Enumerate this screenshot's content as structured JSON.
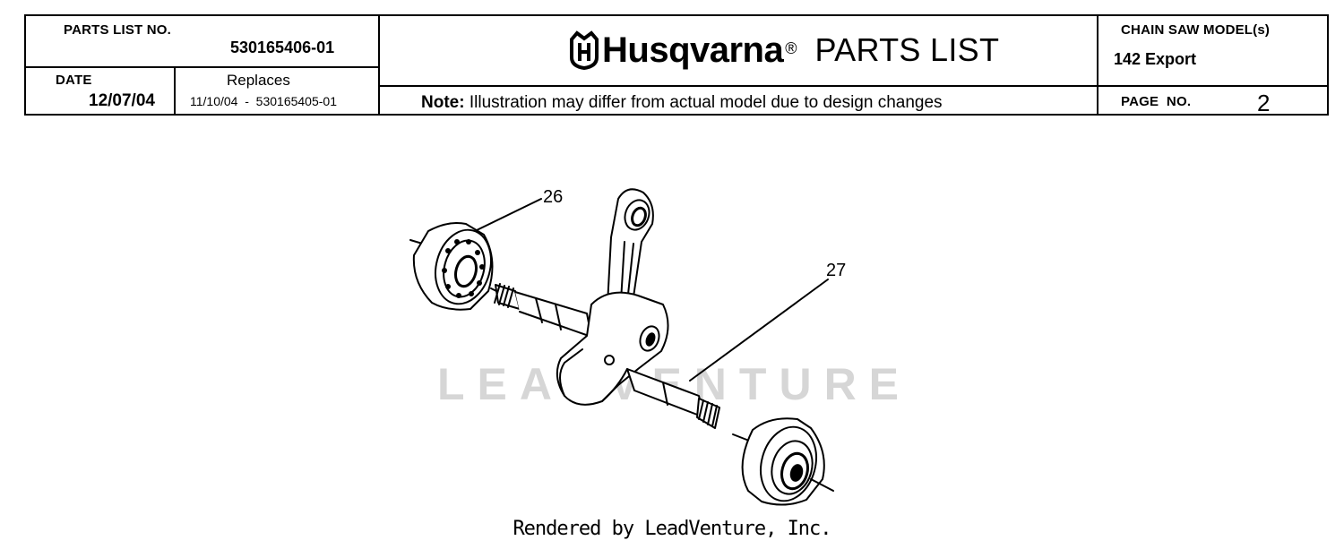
{
  "header": {
    "parts_list_no_label": "PARTS LIST NO.",
    "parts_list_no": "530165406-01",
    "date_label": "DATE",
    "date": "12/07/04",
    "replaces_label": "Replaces",
    "replaces": "11/10/04  -  530165405-01",
    "brand": "Husqvarna",
    "brand_reg": "®",
    "title": "PARTS LIST",
    "note_prefix": "Note:",
    "note_text": " Illustration may differ from actual model due to design changes",
    "model_label": "CHAIN SAW MODEL(s)",
    "model": "142 Export",
    "page_label": "PAGE  NO.",
    "page_no": "2"
  },
  "callouts": {
    "bearing_left": "26",
    "bearing_right": "27"
  },
  "watermark": "LEADVENTURE",
  "footer": "Rendered by LeadVenture, Inc.",
  "colors": {
    "ink": "#000000",
    "watermark": "#d6d6d6",
    "background": "#ffffff"
  }
}
